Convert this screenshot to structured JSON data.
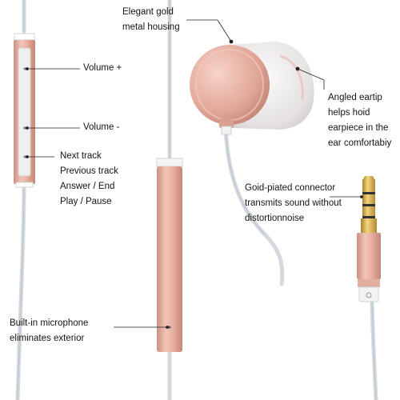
{
  "annotations": {
    "housing": {
      "lines": [
        "Elegant gold",
        "metal housing"
      ]
    },
    "volume_up": {
      "lines": [
        "Volume +"
      ]
    },
    "volume_down": {
      "lines": [
        "Volume -"
      ]
    },
    "buttons": {
      "lines": [
        "Next track",
        "Previous track",
        "Answer / End",
        "Play / Pause"
      ]
    },
    "eartip": {
      "lines": [
        "Angled eartip",
        "helps hoid",
        "earpiece in the",
        "ear comfortabiy"
      ]
    },
    "connector": {
      "lines": [
        "Goid-piated connector",
        "transmits sound without",
        "distortionnoise"
      ]
    },
    "microphone": {
      "lines": [
        "Built-in microphone",
        "eliminates exterior"
      ]
    }
  },
  "icons": [
    "earphone-housing-icon",
    "eartip-icon",
    "remote-control-icon",
    "microphone-icon",
    "audio-jack-icon",
    "cable-icon"
  ],
  "colors": {
    "rose_gold": "#e9b4a6",
    "rose_gold_dark": "#c98c7e",
    "eartip": "#e6e2e2",
    "cable": "#d9dee4",
    "gold": "#d6ae4c",
    "text": "#141414"
  }
}
